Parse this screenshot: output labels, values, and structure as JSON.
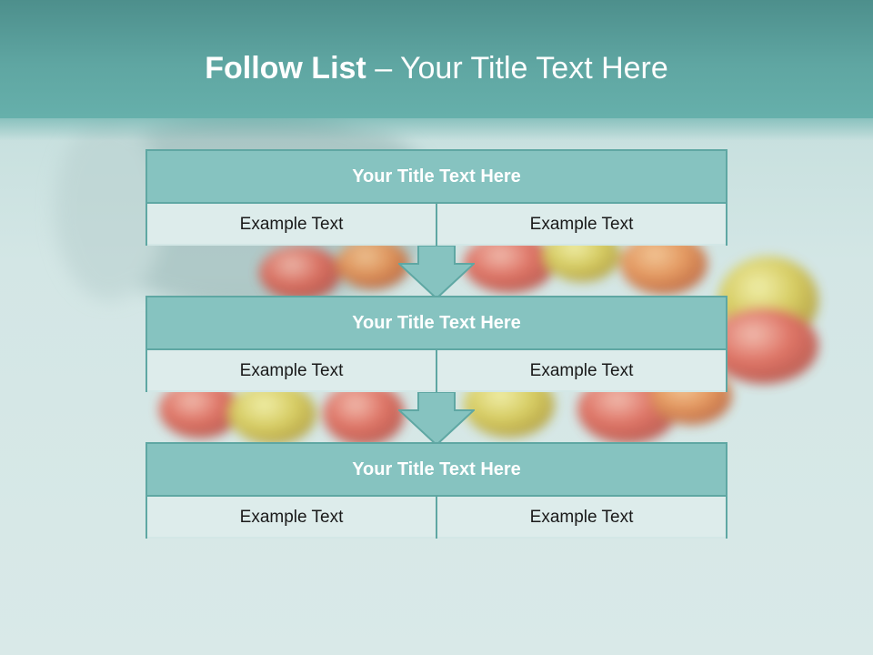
{
  "slide": {
    "title_bold": "Follow List",
    "title_rest": " – Your Title Text Here"
  },
  "blocks": [
    {
      "title": "Your Title Text Here",
      "left": "Example Text",
      "right": "Example Text"
    },
    {
      "title": "Your Title Text Here",
      "left": "Example Text",
      "right": "Example Text"
    },
    {
      "title": "Your Title Text Here",
      "left": "Example Text",
      "right": "Example Text"
    }
  ],
  "colors": {
    "header": "#5fa6a2",
    "block_title_fill": "#86c3c0",
    "block_border": "#5fa7a3",
    "cell_fill": "#d3e7e6",
    "arrow_fill": "#86c3c0"
  },
  "background_image": "capsules-bottle-photo"
}
